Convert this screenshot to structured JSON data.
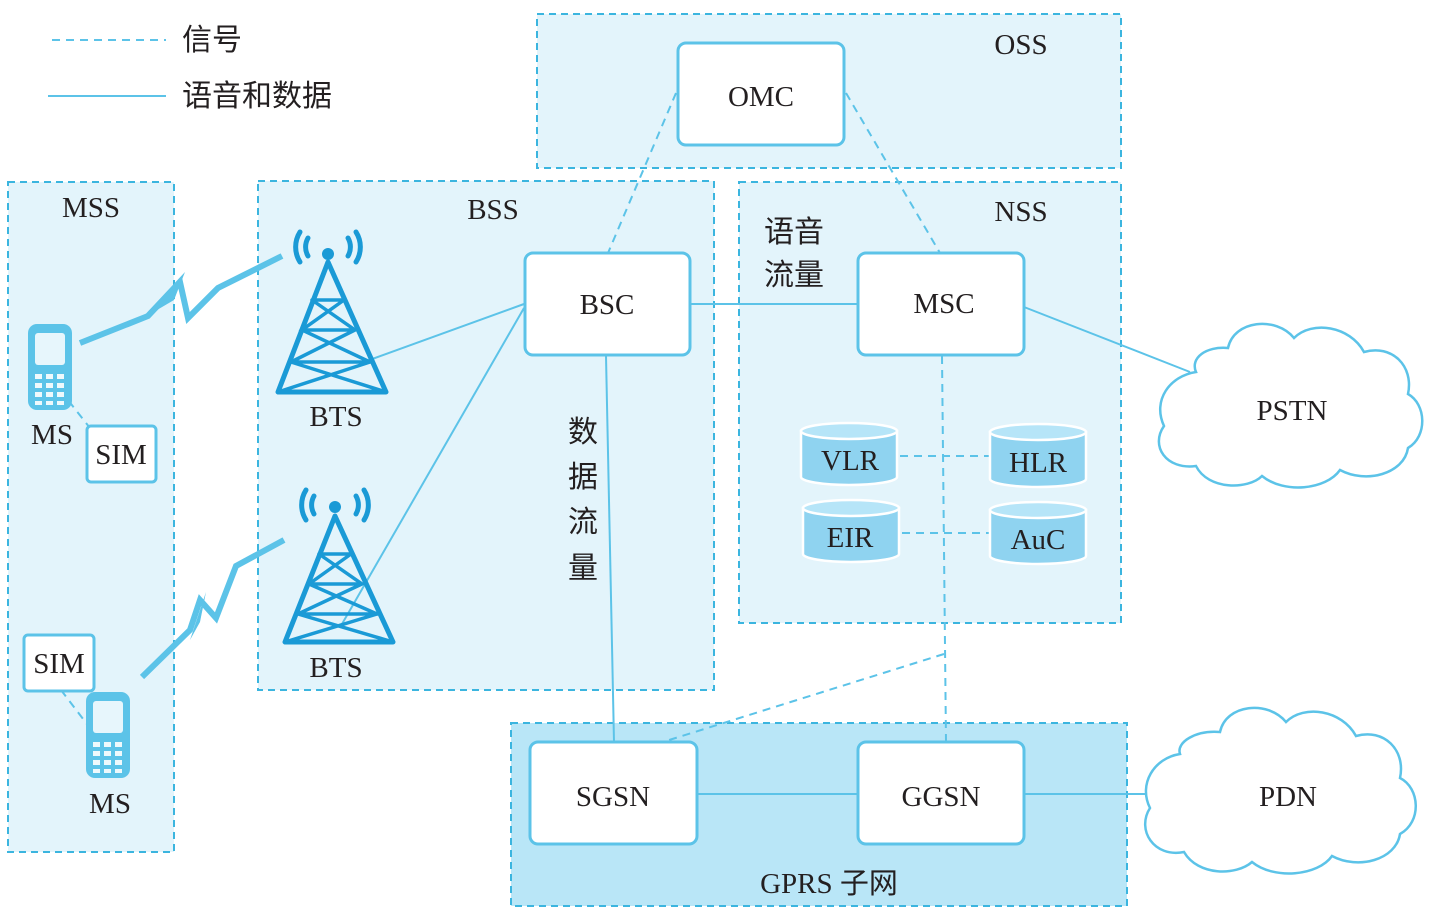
{
  "legend": {
    "signal": "信号",
    "voice_data": "语音和数据"
  },
  "regions": {
    "oss": "OSS",
    "mss": "MSS",
    "bss": "BSS",
    "nss": "NSS",
    "gprs": "GPRS 子网"
  },
  "nodes": {
    "omc": "OMC",
    "bsc": "BSC",
    "msc": "MSC",
    "bts1": "BTS",
    "bts2": "BTS",
    "ms1": "MS",
    "ms2": "MS",
    "sim1": "SIM",
    "sim2": "SIM",
    "vlr": "VLR",
    "hlr": "HLR",
    "eir": "EIR",
    "auc": "AuC",
    "sgsn": "SGSN",
    "ggsn": "GGSN",
    "pstn": "PSTN",
    "pdn": "PDN"
  },
  "annotations": {
    "voice_traffic": [
      "语音",
      "流量"
    ],
    "data_traffic": [
      "数",
      "据",
      "流",
      "量"
    ]
  },
  "colors": {
    "accent": "#5cc3e8",
    "region_fill": "#e3f4fb",
    "gprs_fill": "#b9e6f7",
    "tower": "#1a9ad6"
  }
}
